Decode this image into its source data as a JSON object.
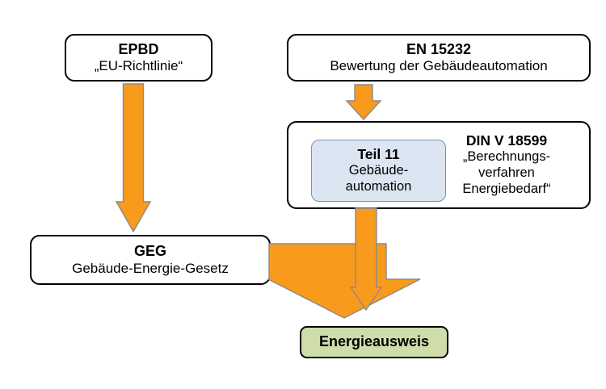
{
  "diagram": {
    "title": "Normen- und Regelwerk Gebaeudeautomation Energieausweis",
    "colors": {
      "arrow_fill": "#f89a1c",
      "arrow_stroke": "#8a8a8a",
      "node_border": "#000000",
      "node_fill": "#ffffff",
      "teil11_fill": "#dce6f2",
      "teil11_border": "#7691b5",
      "energieausweis_fill": "#cfddab",
      "background": "#ffffff",
      "text": "#000000"
    },
    "nodes": {
      "epbd": {
        "line1": "EPBD",
        "line2": "„EU-Richtlinie“"
      },
      "en15232": {
        "line1": "EN 15232",
        "line2": "Bewertung der Gebäudeautomation"
      },
      "din18599": {
        "line1": "DIN V 18599",
        "line2": "„Berechnungs-",
        "line3": "verfahren",
        "line4": "Energiebedarf“"
      },
      "teil11": {
        "line1": "Teil 11",
        "line2": "Gebäude-",
        "line3": "automation"
      },
      "geg": {
        "line1": "GEG",
        "line2": "Gebäude-Energie-Gesetz"
      },
      "energieausweis": {
        "label": "Energieausweis"
      }
    },
    "arrows": [
      {
        "name": "arrow-epbd-to-geg",
        "from": "epbd",
        "to": "geg",
        "direction": "down"
      },
      {
        "name": "arrow-en15232-to-din18599",
        "from": "en15232",
        "to": "din18599",
        "direction": "down"
      },
      {
        "name": "arrow-din18599-to-energieausweis",
        "from": "din18599",
        "to": "energieausweis",
        "direction": "down"
      },
      {
        "name": "arrow-geg-to-energieausweis",
        "from": "geg",
        "to": "energieausweis",
        "direction": "right-down"
      }
    ]
  }
}
